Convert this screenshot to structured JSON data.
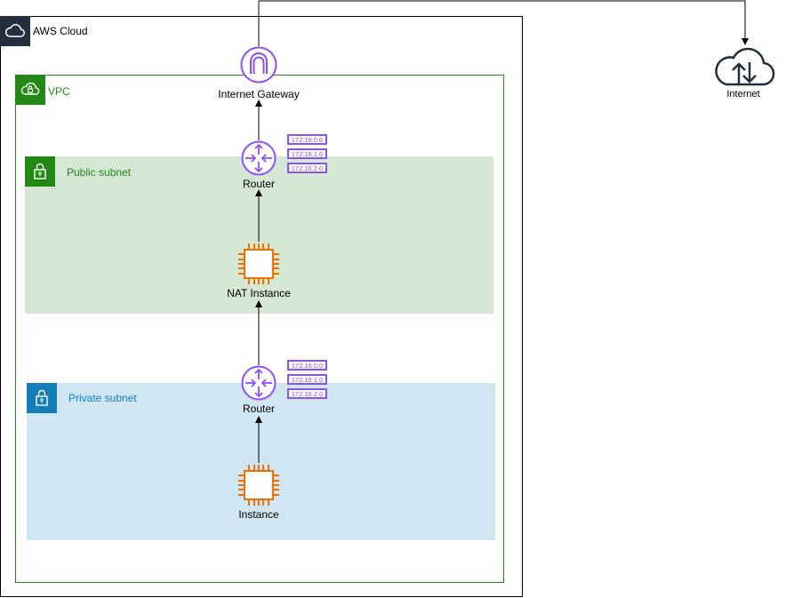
{
  "aws_cloud": {
    "title": "AWS Cloud"
  },
  "vpc": {
    "title": "VPC"
  },
  "public_subnet": {
    "title": "Public subnet"
  },
  "private_subnet": {
    "title": "Private subnet"
  },
  "nodes": {
    "internet_gateway": "Internet Gateway",
    "internet": "Internet",
    "public_router": "Router",
    "nat_instance": "NAT Instance",
    "private_router": "Router",
    "instance": "Instance"
  },
  "route_tables": {
    "public": [
      "172.16.0.0",
      "172.16.1.0",
      "172.16.2.0"
    ],
    "private": [
      "172.16.0.0",
      "172.16.1.0",
      "172.16.2.0"
    ]
  },
  "colors": {
    "vpc": "#248814",
    "public_subnet_fill": "#d5e8d4",
    "public_subnet_accent": "#248814",
    "private_subnet_fill": "#d0e6f2",
    "private_subnet_accent": "#147eba",
    "router": "#8c4fff",
    "ec2": "#ed7100",
    "aws_cloud_header": "#232f3e"
  }
}
